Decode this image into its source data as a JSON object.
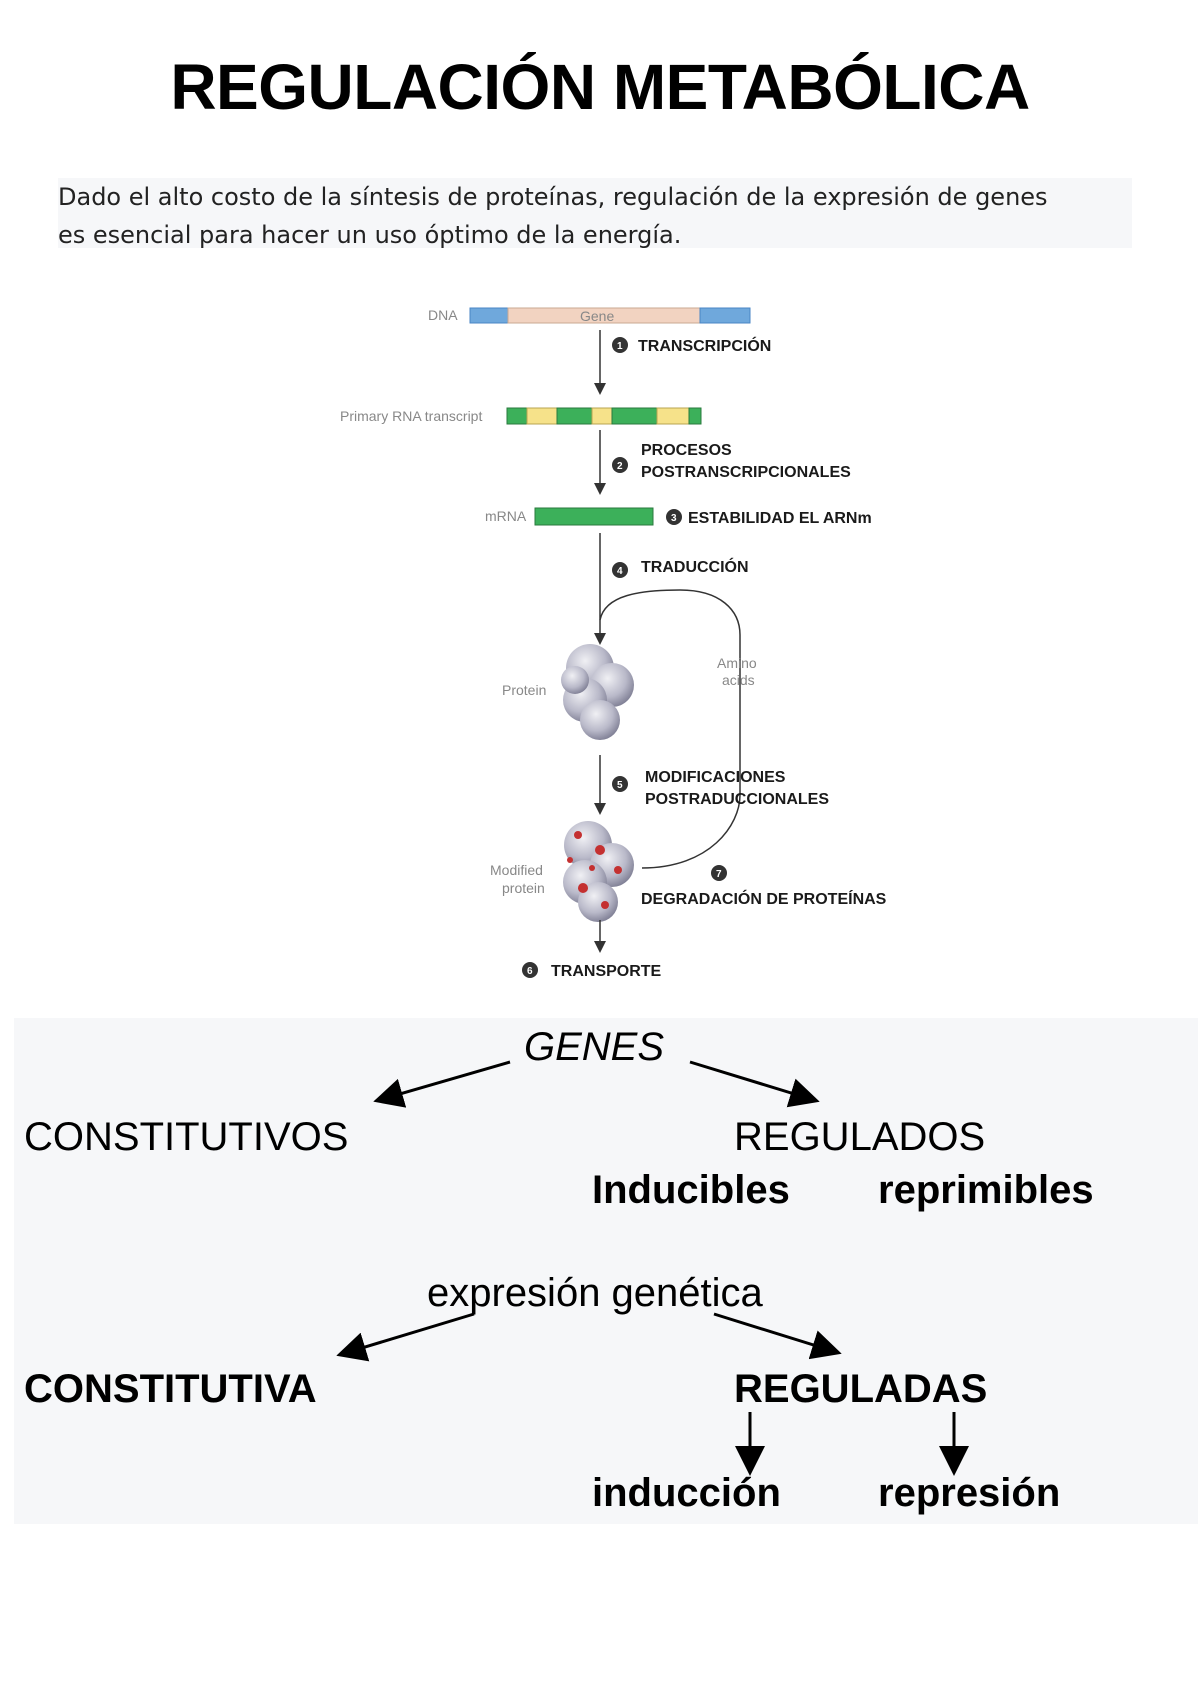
{
  "title": "REGULACIÓN METABÓLICA",
  "intro": {
    "line1": "Dado el alto costo de la síntesis de proteínas, regulación de la expresión de genes",
    "line2": "es esencial para hacer un uso óptimo de la energía."
  },
  "figure": {
    "labels": {
      "dna": "DNA",
      "gene": "Gene",
      "primary_rna": "Primary RNA transcript",
      "mrna": "mRNA",
      "protein": "Protein",
      "amino1": "Amino",
      "amino2": "acids",
      "modified1": "Modified",
      "modified2": "protein"
    },
    "steps": [
      {
        "num": "1",
        "text": "TRANSCRIPCIÓN"
      },
      {
        "num": "2",
        "text": "PROCESOS",
        "text2": "POSTRANSCRIPCIONALES"
      },
      {
        "num": "3",
        "text": "ESTABILIDAD EL ARNm"
      },
      {
        "num": "4",
        "text": "TRADUCCIÓN"
      },
      {
        "num": "5",
        "text": "MODIFICACIONES",
        "text2": "POSTRADUCCIONALES"
      },
      {
        "num": "6",
        "text": "TRANSPORTE"
      },
      {
        "num": "7",
        "text": "DEGRADACIÓN DE PROTEÍNAS"
      }
    ],
    "colors": {
      "flank": "#6fa8dc",
      "gene": "#f2d3c1",
      "exon": "#3cb05a",
      "intron": "#f6e28a"
    }
  },
  "scheme": {
    "genes": "GENES",
    "constitutivos": "CONSTITUTIVOS",
    "regulados": "REGULADOS",
    "inducibles": "Inducibles",
    "reprimibles": "reprimibles",
    "expresion": "expresión genética",
    "constitutiva": "CONSTITUTIVA",
    "reguladas": "REGULADAS",
    "induccion": "inducción",
    "represion": "represión"
  }
}
